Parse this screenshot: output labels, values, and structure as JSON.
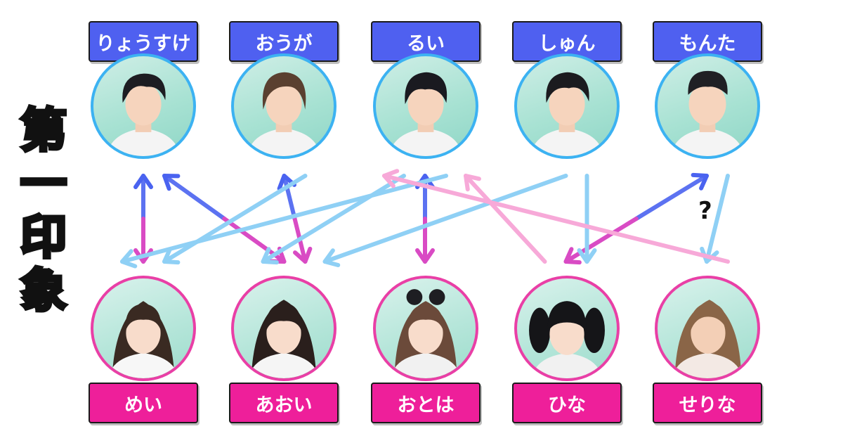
{
  "title_chars": [
    "第",
    "一",
    "印",
    "象"
  ],
  "boys": [
    {
      "name": "りょうすけ"
    },
    {
      "name": "おうが"
    },
    {
      "name": "るい"
    },
    {
      "name": "しゅん"
    },
    {
      "name": "もんた"
    }
  ],
  "girls": [
    {
      "name": "めい"
    },
    {
      "name": "あおい"
    },
    {
      "name": "おとは"
    },
    {
      "name": "ひな"
    },
    {
      "name": "せりな"
    }
  ],
  "question_mark": "?",
  "colors": {
    "boy_label": "#4f60f0",
    "girl_label": "#ee1f9a",
    "boy_ring": "#3cb2f2",
    "girl_ring": "#e93fa6",
    "arrow_boy_to_girl": "#8fd0f5",
    "arrow_girl_to_boy": "#f7a9d8",
    "arrow_mutual_top": "#4a63f0",
    "arrow_mutual_bottom": "#d94bc4"
  },
  "connections": [
    {
      "type": "mutual",
      "boy": "りょうすけ",
      "girl": "めい"
    },
    {
      "type": "mutual",
      "boy": "りょうすけ",
      "girl": "あおい"
    },
    {
      "type": "mutual",
      "boy": "おうが",
      "girl": "あおい"
    },
    {
      "type": "mutual",
      "boy": "るい",
      "girl": "おとは"
    },
    {
      "type": "mutual",
      "boy": "もんた",
      "girl": "ひな"
    },
    {
      "type": "boy_to_girl",
      "boy": "おうが",
      "girl": "めい"
    },
    {
      "type": "boy_to_girl",
      "boy": "るい",
      "girl": "めい"
    },
    {
      "type": "boy_to_girl",
      "boy": "るい",
      "girl": "あおい"
    },
    {
      "type": "boy_to_girl",
      "boy": "しゅん",
      "girl": "あおい"
    },
    {
      "type": "boy_to_girl",
      "boy": "しゅん",
      "girl": "ひな"
    },
    {
      "type": "boy_to_girl",
      "boy": "もんた",
      "girl": "せりな"
    },
    {
      "type": "girl_to_boy",
      "girl": "ひな",
      "boy": "るい"
    },
    {
      "type": "girl_to_boy",
      "girl": "せりな",
      "boy": "るい"
    }
  ]
}
